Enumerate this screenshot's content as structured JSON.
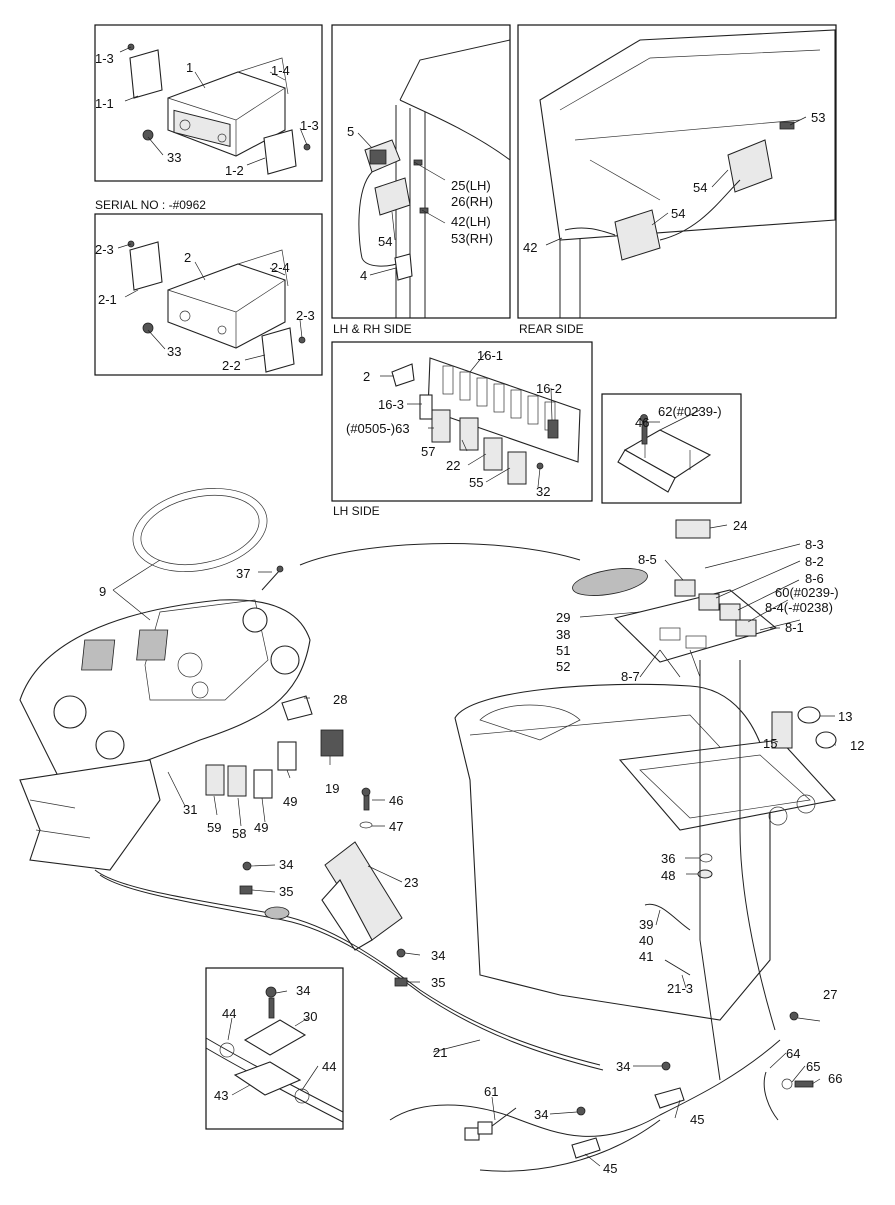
{
  "captions": {
    "serial_no": "SERIAL NO : -#0962",
    "lh_rh_side": "LH & RH SIDE",
    "rear_side": "REAR SIDE",
    "lh_side": "LH SIDE"
  },
  "callouts": {
    "radio_top": [
      "1-3",
      "1",
      "1-4",
      "1-1",
      "1-3",
      "33",
      "1-2"
    ],
    "radio_bottom": [
      "2-3",
      "2",
      "2-4",
      "2-1",
      "2-3",
      "33",
      "2-2"
    ],
    "lh_rh": [
      "5",
      "25(LH)",
      "26(RH)",
      "42(LH)",
      "53(RH)",
      "54",
      "4"
    ],
    "rear": [
      "53",
      "54",
      "54",
      "42"
    ],
    "lh_side": [
      "16-1",
      "2",
      "16-2",
      "16-3",
      "(#0505-)63",
      "57",
      "22",
      "55",
      "32"
    ],
    "bracket": [
      "46",
      "62(#0239-)"
    ],
    "console": [
      "24",
      "8-3",
      "8-2",
      "8-5",
      "8-6",
      "60(#0239-)",
      "8-4(-#0238)",
      "29",
      "38",
      "51",
      "52",
      "8-1",
      "8-7"
    ],
    "dash": [
      "9",
      "37",
      "28",
      "19",
      "49",
      "31",
      "59",
      "58",
      "49",
      "46",
      "47",
      "23"
    ],
    "right": [
      "13",
      "15",
      "12",
      "36",
      "48",
      "39",
      "40",
      "41",
      "21-3",
      "27"
    ],
    "harness": [
      "34",
      "35",
      "34",
      "35",
      "21",
      "34",
      "44",
      "30",
      "44",
      "43",
      "61",
      "34",
      "45",
      "34",
      "45",
      "64",
      "65",
      "66"
    ]
  }
}
